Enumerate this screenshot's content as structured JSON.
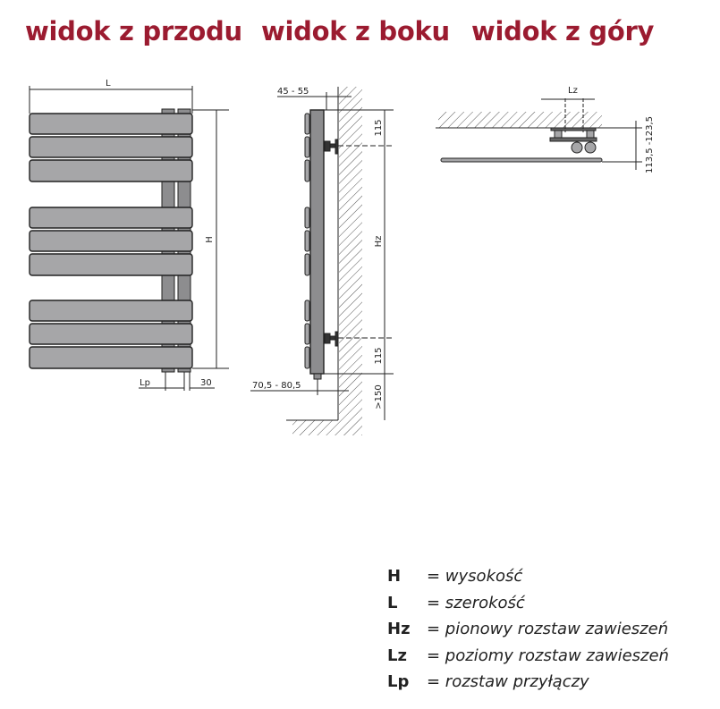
{
  "titles": {
    "front": "widok z przodu",
    "side": "widok z boku",
    "top": "widok z góry"
  },
  "front_dims": {
    "L": "L",
    "H": "H",
    "Lp": "Lp",
    "offset": "30"
  },
  "side_dims": {
    "depth": "45 - 55",
    "top": "115",
    "Hz": "Hz",
    "bottom": "115",
    "floor": ">150",
    "pipe_depth": "70,5 - 80,5"
  },
  "top_dims": {
    "Lz": "Lz",
    "depth": "113,5 -123,5"
  },
  "legend": [
    {
      "key": "H",
      "desc": "= wysokość"
    },
    {
      "key": "L",
      "desc": "= szerokość"
    },
    {
      "key": "Hz",
      "desc": "= pionowy rozstaw zawieszeń"
    },
    {
      "key": "Lz",
      "desc": "= poziomy rozstaw zawieszeń"
    },
    {
      "key": "Lp",
      "desc": "= rozstaw przyłączy"
    }
  ],
  "colors": {
    "title": "#9b1b30",
    "panel": "#a6a6a8",
    "pipe": "#8d8d8f"
  }
}
